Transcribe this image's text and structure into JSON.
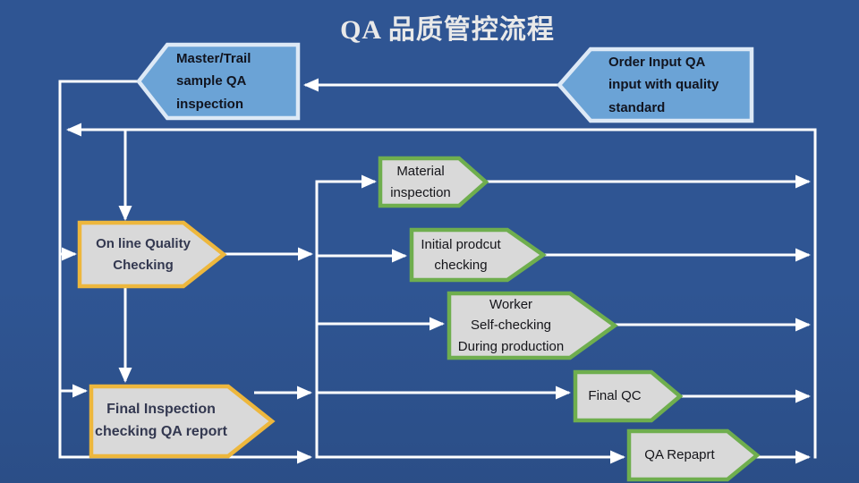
{
  "title": "QA 品质管控流程",
  "colors": {
    "background": "#2f5593",
    "background_bottom": "#2b4e87",
    "connector": "#ffffff",
    "blue_fill": "#6ba3d6",
    "blue_border": "#dde9f6",
    "gray_fill": "#d9d9d9",
    "gold_border": "#edb73d",
    "green_border": "#6fae4e",
    "blue_text": "#11141f",
    "gray_text": "#333850",
    "title_color": "#e9e9e9"
  },
  "nodes": {
    "master_trail": {
      "label": "Master/Trail\nsample QA\ninspection",
      "shape": "pentagon-left",
      "style": "blue"
    },
    "order_input": {
      "label": "Order Input QA\ninput with quality\nstandard",
      "shape": "pentagon-left",
      "style": "blue"
    },
    "online_checking": {
      "label": "On line Quality\nChecking",
      "shape": "pentagon-right",
      "style": "gold"
    },
    "material_inspection": {
      "label": "Material\ninspection",
      "shape": "pentagon-right",
      "style": "green"
    },
    "initial_product": {
      "label": "Initial prodcut\nchecking",
      "shape": "pentagon-right",
      "style": "green"
    },
    "worker_selfcheck": {
      "label": "Worker\nSelf-checking\nDuring production",
      "shape": "pentagon-right",
      "style": "green"
    },
    "final_inspection": {
      "label": "Final Inspection\nchecking QA report",
      "shape": "pentagon-right",
      "style": "gold"
    },
    "final_qc": {
      "label": "Final QC",
      "shape": "pentagon-right",
      "style": "green"
    },
    "qa_report": {
      "label": "QA Repaprt",
      "shape": "pentagon-right",
      "style": "green"
    }
  }
}
